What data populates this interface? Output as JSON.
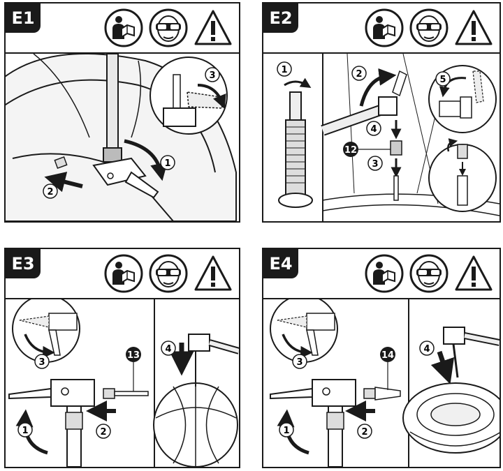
{
  "panels": [
    {
      "label": "E1",
      "steps": [
        "1",
        "2",
        "3"
      ]
    },
    {
      "label": "E2",
      "steps": [
        "1",
        "2",
        "3",
        "4",
        "5"
      ],
      "part": "12"
    },
    {
      "label": "E3",
      "steps": [
        "1",
        "2",
        "3",
        "4"
      ],
      "part": "13"
    },
    {
      "label": "E4",
      "steps": [
        "1",
        "2",
        "3",
        "4"
      ],
      "part": "14"
    }
  ],
  "icons": [
    "read-manual-icon",
    "eye-protection-icon",
    "warning-icon"
  ]
}
